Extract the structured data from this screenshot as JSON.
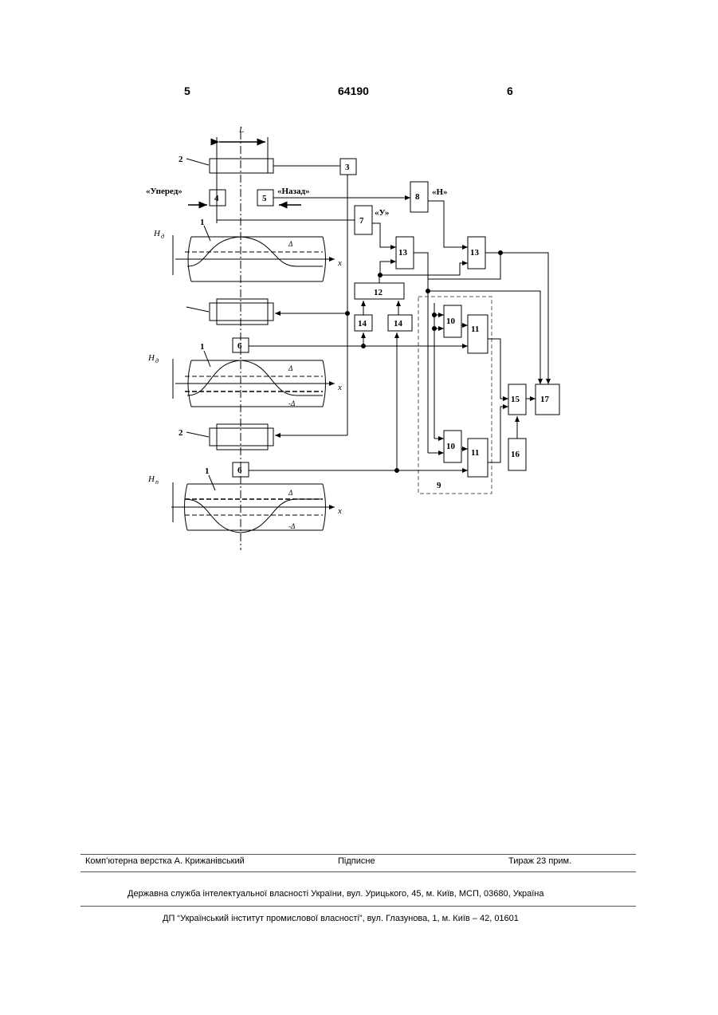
{
  "header": {
    "page_left": "5",
    "patent_number": "64190",
    "page_right": "6"
  },
  "figure": {
    "dimension_label": "L",
    "direction_forward": "«Уперед»",
    "direction_back": "«Назад»",
    "signal_u": "«У»",
    "signal_n": "«Н»",
    "axis_h_1": "H",
    "axis_h_2": "H",
    "axis_h_3": "H",
    "axis_h_1_sub": "д",
    "axis_h_2_sub": "д",
    "axis_h_3_sub": "п",
    "axis_x": "x",
    "delta": "Δ",
    "minus_delta": "-Δ",
    "blocks": {
      "b1": "1",
      "b2": "2",
      "b3": "3",
      "b4": "4",
      "b5": "5",
      "b6": "6",
      "b7": "7",
      "b8": "8",
      "b9": "9",
      "b10": "10",
      "b11": "11",
      "b12": "12",
      "b13": "13",
      "b14": "14",
      "b15": "15",
      "b16": "16",
      "b17": "17"
    }
  },
  "footer": {
    "layout_by": "Комп’ютерна верстка А. Крижанівський",
    "signed": "Підписне",
    "circulation": "Тираж 23 прим.",
    "agency": "Державна служба інтелектуальної власності України, вул. Урицького, 45, м. Київ, МСП, 03680, Україна",
    "institute": "ДП “Український інститут промислової власності”, вул. Глазунова, 1, м. Київ – 42, 01601"
  }
}
